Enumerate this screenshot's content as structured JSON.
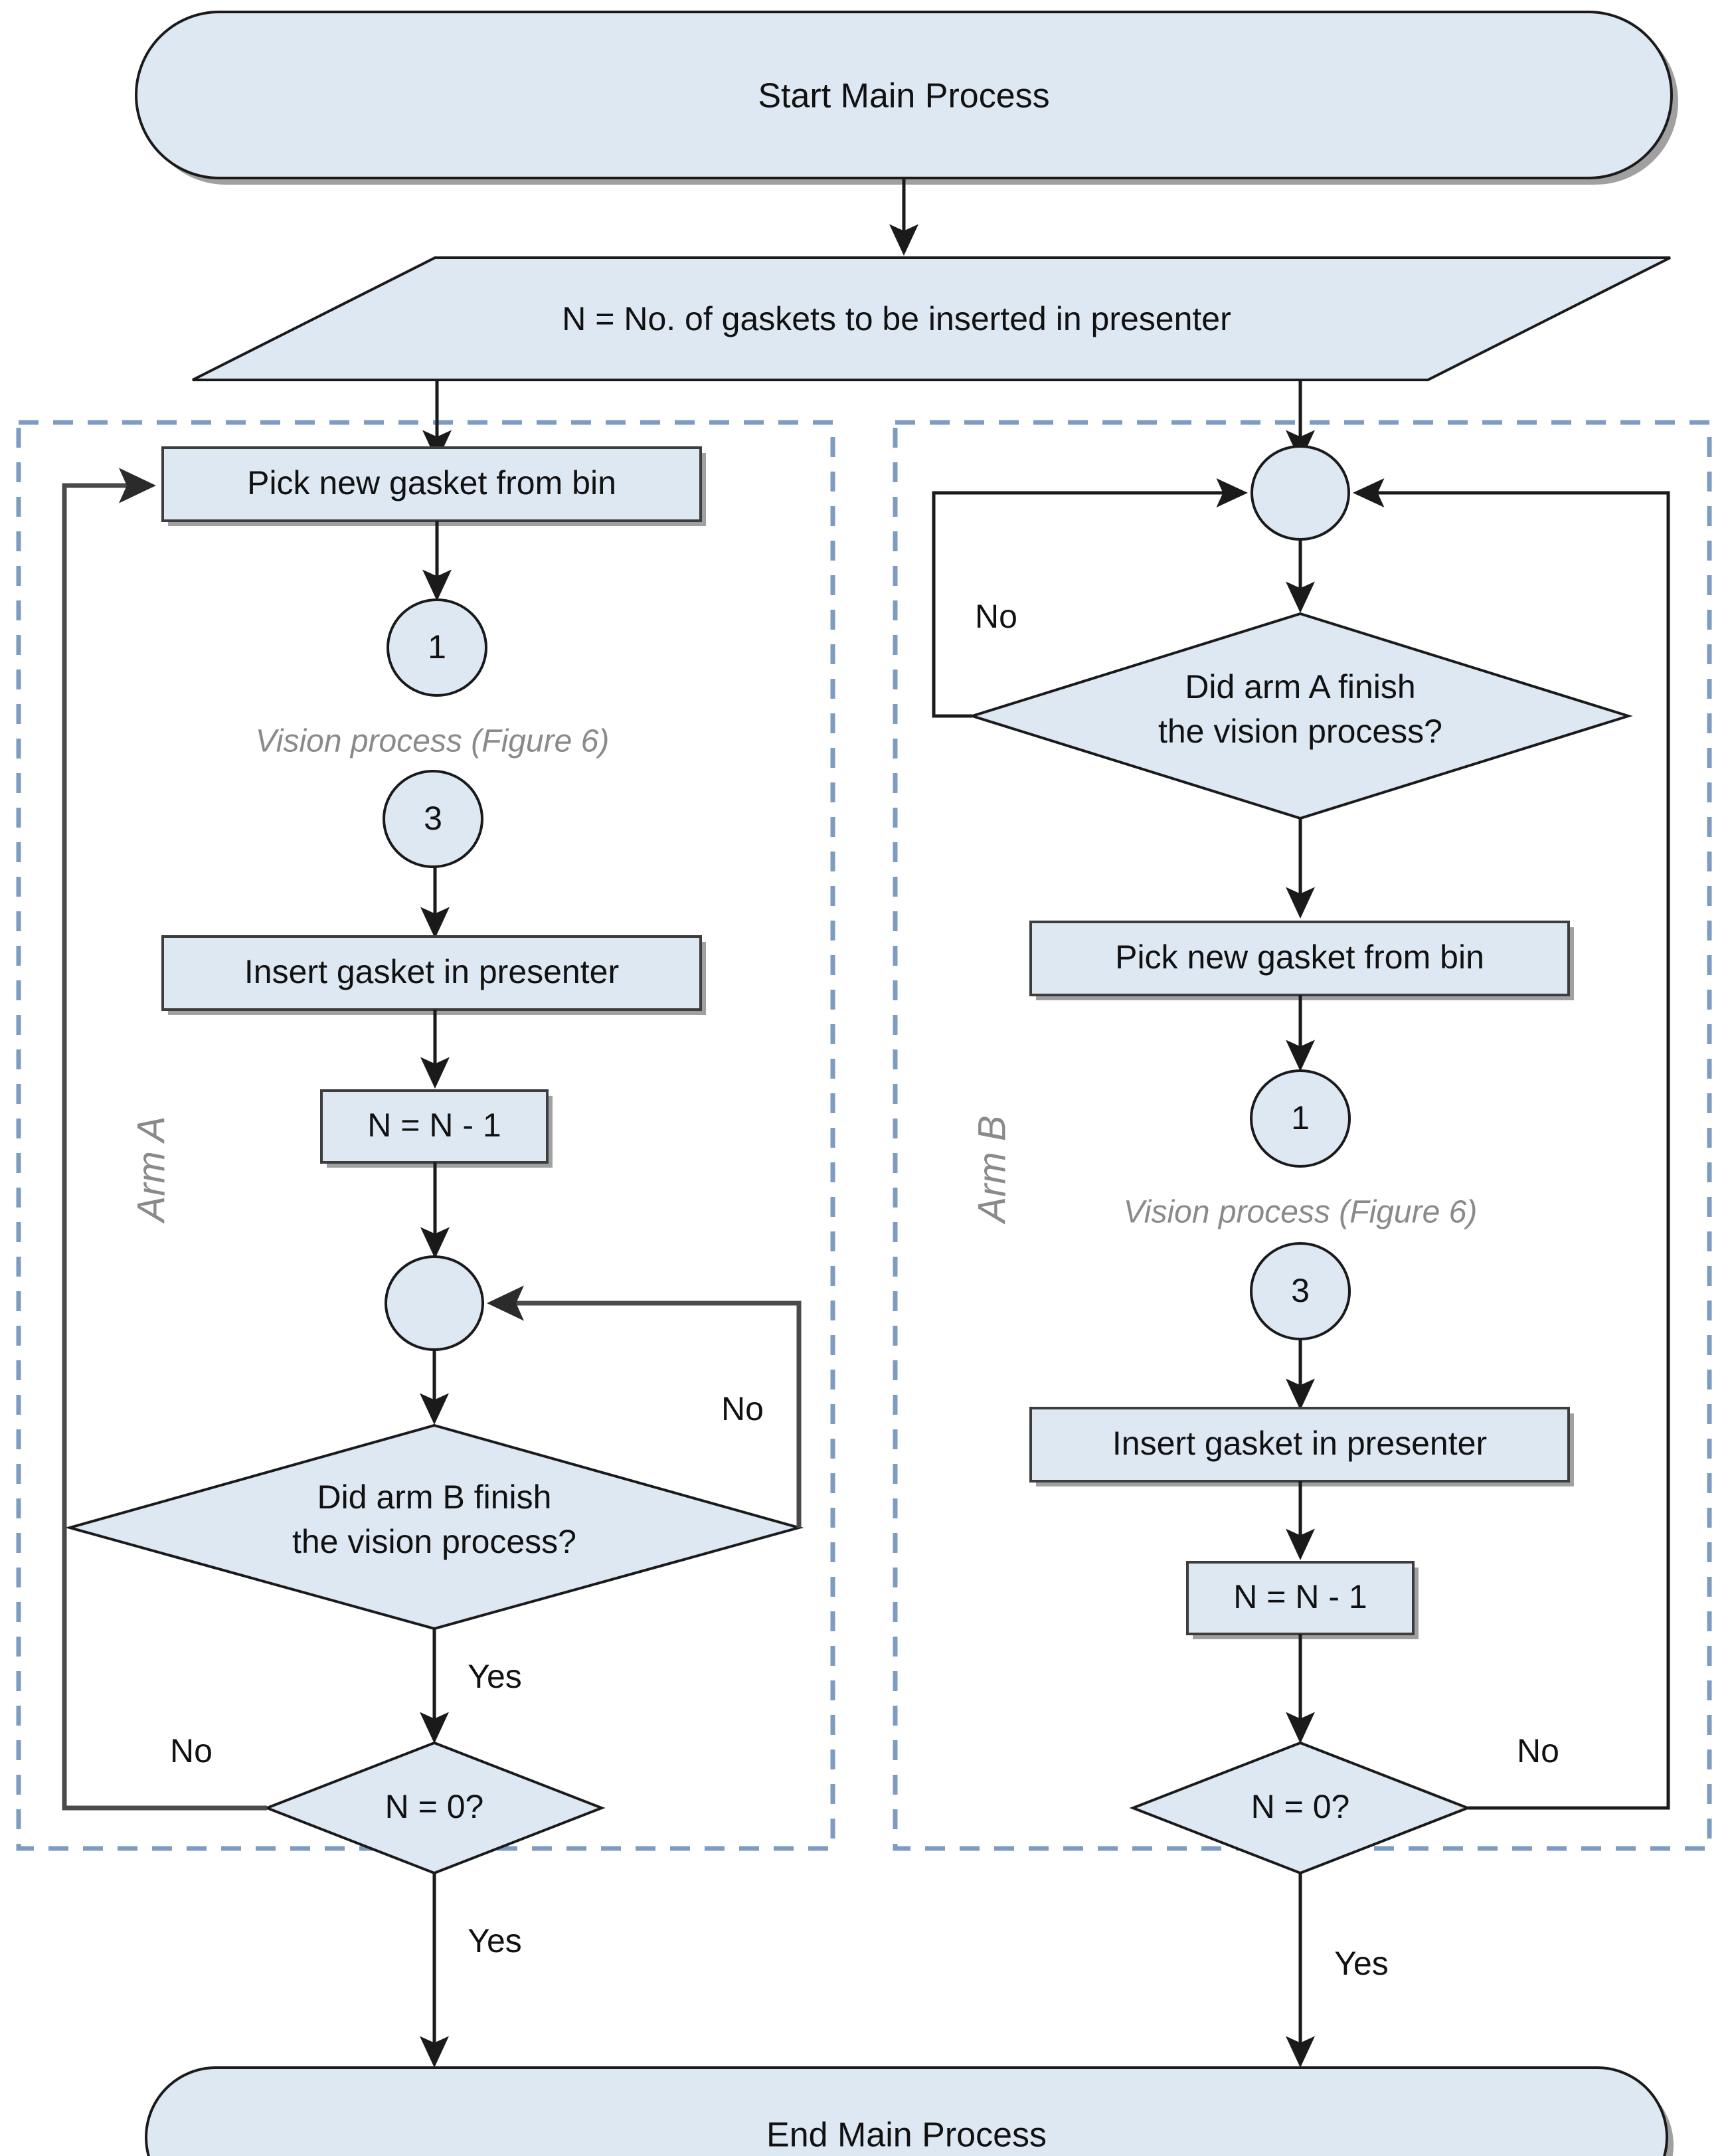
{
  "diagram": {
    "title_shapes": {
      "start": "Start Main Process",
      "end": "End Main Process"
    },
    "input_step": "N = No. of gaskets to be inserted in presenter",
    "swimlanes": [
      {
        "name": "arm-a",
        "label": "Arm A"
      },
      {
        "name": "arm-b",
        "label": "Arm B"
      }
    ],
    "arm_a": {
      "pick": "Pick new gasket from bin",
      "connector_in": "1",
      "vision_note": "Vision process (Figure 6)",
      "connector_out": "3",
      "insert": "Insert gasket in presenter",
      "decrement": "N = N - 1",
      "merge_circle": "",
      "sync_decision": "Did arm B finish\nthe vision process?",
      "sync_decision_line1": "Did arm B finish",
      "sync_decision_line2": "the vision process?",
      "sync_no": "No",
      "sync_yes": "Yes",
      "count_decision": "N = 0?",
      "count_no": "No",
      "count_yes": "Yes"
    },
    "arm_b": {
      "merge_circle": "",
      "sync_decision_line1": "Did arm A finish",
      "sync_decision_line2": "the vision process?",
      "sync_no": "No",
      "pick": "Pick new gasket from bin",
      "connector_in": "1",
      "vision_note": "Vision process (Figure 6)",
      "connector_out": "3",
      "insert": "Insert gasket in presenter",
      "decrement": "N = N - 1",
      "count_decision": "N = 0?",
      "count_no": "No",
      "count_yes": "Yes"
    },
    "colors": {
      "shape_fill": "#dde8f3",
      "shape_stroke": "#1a1a1a",
      "swimlane_stroke": "#7d9cc0",
      "note_text": "#8a8a8a",
      "text": "#111111",
      "background": "#ffffff"
    }
  }
}
